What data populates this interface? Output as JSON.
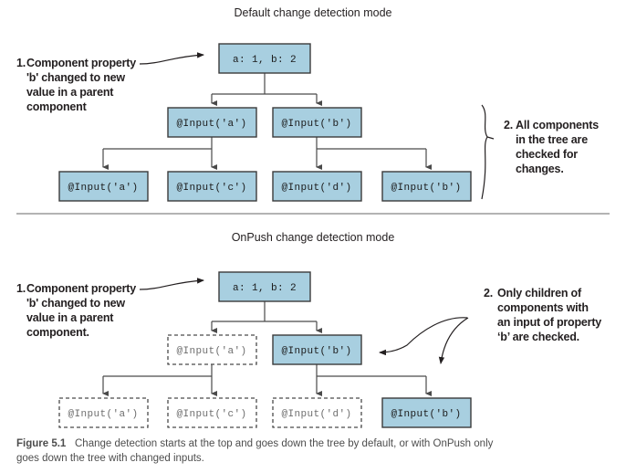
{
  "figure": {
    "caption_label": "Figure 5.1",
    "caption_line1": "Change detection starts at the top and goes down the tree by default, or with OnPush only",
    "caption_line2": "goes down the tree with changed inputs."
  },
  "colors": {
    "box_fill": "#a8cfe0",
    "box_stroke": "#3b3b3b",
    "dashed_stroke": "#4a4a4a",
    "connector": "#4a4a4a",
    "text": "#231f20",
    "muted_text": "#6d6d6d",
    "caption_text": "#4d4d4d",
    "divider": "#9a9a9a",
    "background": "#ffffff"
  },
  "sections": {
    "default": {
      "title": "Default change detection mode",
      "root": {
        "label": "a: 1, b: 2",
        "state": "checked"
      },
      "level2": [
        {
          "label": "@Input('a')",
          "state": "checked"
        },
        {
          "label": "@Input('b')",
          "state": "checked"
        }
      ],
      "level3": [
        {
          "label": "@Input('a')",
          "state": "checked"
        },
        {
          "label": "@Input('c')",
          "state": "checked"
        },
        {
          "label": "@Input('d')",
          "state": "checked"
        },
        {
          "label": "@Input('b')",
          "state": "checked"
        }
      ],
      "callout_left": {
        "number": "1.",
        "lines": [
          "Component property",
          "'b' changed to new",
          "value in a parent",
          "component"
        ]
      },
      "callout_right": {
        "number": "2.",
        "lines": [
          "All components",
          "in the tree are",
          "checked for",
          "changes."
        ]
      }
    },
    "onpush": {
      "title": "OnPush change detection mode",
      "root": {
        "label": "a: 1, b: 2",
        "state": "checked"
      },
      "level2": [
        {
          "label": "@Input('a')",
          "state": "skipped"
        },
        {
          "label": "@Input('b')",
          "state": "checked"
        }
      ],
      "level3": [
        {
          "label": "@Input('a')",
          "state": "skipped"
        },
        {
          "label": "@Input('c')",
          "state": "skipped"
        },
        {
          "label": "@Input('d')",
          "state": "skipped"
        },
        {
          "label": "@Input('b')",
          "state": "checked"
        }
      ],
      "callout_left": {
        "number": "1.",
        "lines": [
          "Component property",
          "'b' changed to new",
          "value in a parent",
          "component."
        ]
      },
      "callout_right": {
        "number": "2.",
        "lines": [
          "Only children of",
          "components with",
          "an input of property",
          "‘b’ are checked."
        ]
      }
    }
  }
}
